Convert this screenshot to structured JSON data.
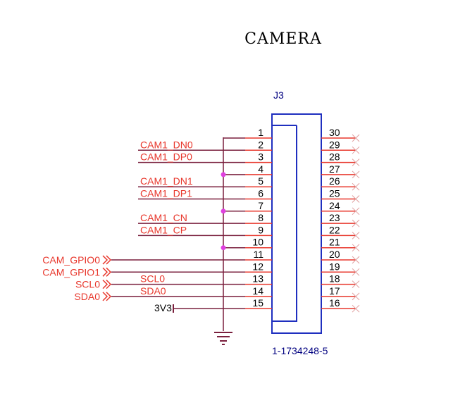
{
  "title": "CAMERA",
  "connector": {
    "ref": "J3",
    "part_number": "1-1734248-5",
    "left_pins": [
      "1",
      "2",
      "3",
      "4",
      "5",
      "6",
      "7",
      "8",
      "9",
      "10",
      "11",
      "12",
      "13",
      "14",
      "15"
    ],
    "right_pins": [
      "30",
      "29",
      "28",
      "27",
      "26",
      "25",
      "24",
      "23",
      "22",
      "21",
      "20",
      "19",
      "18",
      "17",
      "16"
    ]
  },
  "nets": [
    {
      "name": "CAM1_DN0",
      "pin": "2"
    },
    {
      "name": "CAM1_DP0",
      "pin": "3"
    },
    {
      "name": "CAM1_DN1",
      "pin": "5"
    },
    {
      "name": "CAM1_DP1",
      "pin": "6"
    },
    {
      "name": "CAM1_CN",
      "pin": "8"
    },
    {
      "name": "CAM1_CP",
      "pin": "9"
    },
    {
      "name": "SCL0",
      "pin": "13"
    },
    {
      "name": "SDA0",
      "pin": "14"
    }
  ],
  "ports": [
    {
      "name": "CAM_GPIO0",
      "pin": "11"
    },
    {
      "name": "CAM_GPIO1",
      "pin": "12"
    },
    {
      "name": "SCL0",
      "pin": "13"
    },
    {
      "name": "SDA0",
      "pin": "14"
    }
  ],
  "power": {
    "label": "3V3",
    "pin": "15"
  },
  "colors": {
    "wire": "#7a1f3d",
    "pin_line": "#e8372c",
    "net_label": "#e8372c",
    "body": "#1f2fbf",
    "junction": "#e040e0",
    "no_connect": "#e0a0a0",
    "ground": "#7a1f3d"
  }
}
